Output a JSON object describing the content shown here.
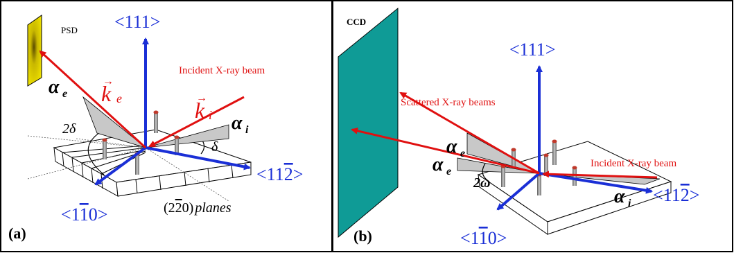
{
  "panel_a": {
    "label": "(a)",
    "detector_label": "PSD",
    "axis_111": "<111>",
    "axis_112": "<11",
    "axis_112_bar": "2",
    "axis_112_end": ">",
    "axis_110": "<1",
    "axis_110_bar": "1",
    "axis_110_end": "0>",
    "incident_label": "Incident X-ray beam",
    "k_e_symbol": "k",
    "k_e_sub": "e",
    "k_i_symbol": "k",
    "k_i_sub": "i",
    "alpha_e": "α",
    "alpha_e_sub": "e",
    "alpha_i": "α",
    "alpha_i_sub": "i",
    "two_delta": "2δ",
    "delta": "δ",
    "planes_prefix": "(2",
    "planes_bar": "2",
    "planes_mid": "0)",
    "planes_word": "planes"
  },
  "panel_b": {
    "label": "(b)",
    "detector_label": "CCD",
    "axis_111": "<111>",
    "axis_112": "<11",
    "axis_112_bar": "2",
    "axis_112_end": ">",
    "axis_110": "<1",
    "axis_110_bar": "1",
    "axis_110_end": "0>",
    "scattered_label": "Scattered X-ray beams",
    "incident_label": "Incident X-ray beam",
    "alpha_e": "α",
    "alpha_e_sub": "e",
    "alpha_i": "α",
    "alpha_i_sub": "i",
    "two_omega": "2ω"
  },
  "colors": {
    "axis_blue": "#1a2fd6",
    "beam_red": "#e01010",
    "psd_yellow": "#f2e400",
    "ccd_teal": "#0f9b96",
    "pillar_gray": "#8a8a8a"
  }
}
